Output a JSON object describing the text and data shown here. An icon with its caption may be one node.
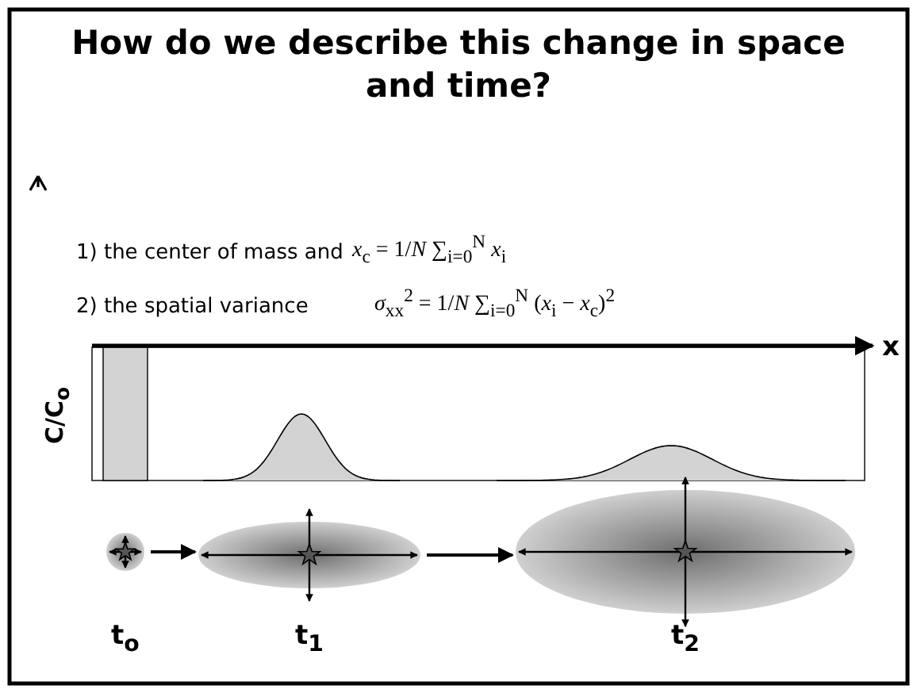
{
  "diagram": {
    "title": "How do we describe this change in space and time?",
    "nodes": [
      {
        "text": [],
        "shape": "circle",
        "beside": [
          "t$_{o}$"
        ]
      },
      {
        "text": [],
        "shape": "ellipse",
        "beside": [
          "t$_{1}$"
        ]
      },
      {
        "text": [],
        "shape": "ellipse",
        "beside": [
          "t$_{2}$"
        ]
      }
    ],
    "edges": [
      {
        "from": 0,
        "to": 1,
        "arrow": "to"
      },
      {
        "from": 1,
        "to": 2,
        "arrow": "to"
      }
    ],
    "labels": [
      "1) the center of mass and",
      "*x*$_{c}$ = 1/*N* ∑$_{i=0}$$^{N}$ *x*$_{i}$",
      "2) the spatial variance",
      "*σ*$_{xx}$$^{2}$ = 1/*N* ∑$_{i=0}$$^{N}$ (*x*$_{i}$ − *x*$_{c}$)$^{2}$",
      "x",
      "C/C$_{o}$"
    ]
  }
}
